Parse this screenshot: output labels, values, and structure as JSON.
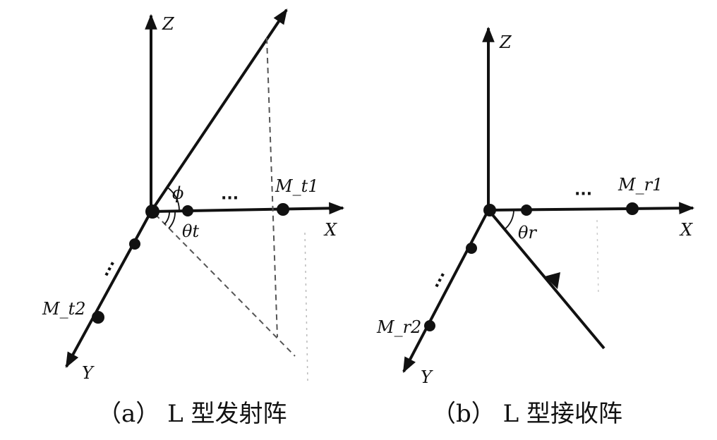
{
  "panel_a": {
    "axis_z": "Z",
    "axis_x": "X",
    "axis_y": "Y",
    "angle_phi": "ϕ",
    "angle_theta": "θt",
    "element_x_end": "M_t1",
    "element_y_end": "M_t2",
    "ellipsis_x": "···",
    "ellipsis_y": "···",
    "caption": "（a） L 型发射阵"
  },
  "panel_b": {
    "axis_z": "Z",
    "axis_x": "X",
    "axis_y": "Y",
    "angle_theta": "θr",
    "element_x_end": "M_r1",
    "element_y_end": "M_r2",
    "ellipsis_x": "···",
    "ellipsis_y": "···",
    "caption": "（b） L 型接收阵"
  },
  "colors": {
    "ink": "#111111",
    "dashed": "#555555"
  }
}
